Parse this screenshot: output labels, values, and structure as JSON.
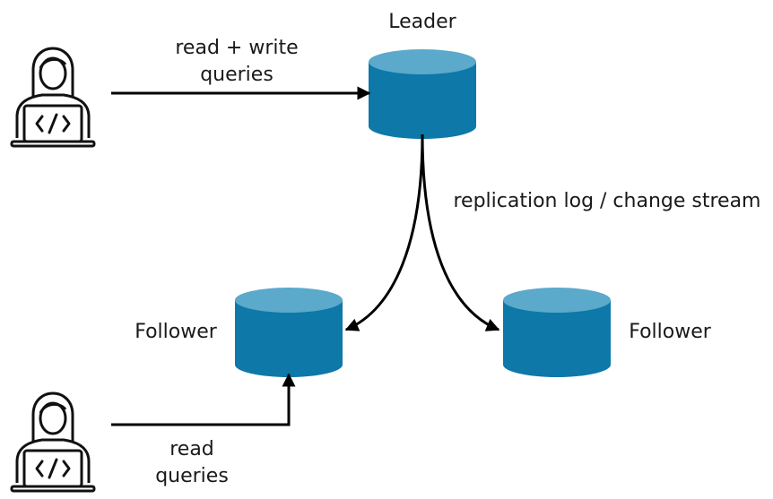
{
  "nodes": {
    "leader": {
      "label": "Leader"
    },
    "follower_left": {
      "label": "Follower"
    },
    "follower_right": {
      "label": "Follower"
    }
  },
  "users": {
    "top": {
      "icon": "developer-user-icon"
    },
    "bottom": {
      "icon": "developer-user-icon"
    }
  },
  "edges": {
    "write_queries": {
      "line1": "read + write",
      "line2": "queries"
    },
    "replication": {
      "label": "replication log / change stream"
    },
    "read_queries": {
      "line1": "read",
      "line2": "queries"
    }
  },
  "colors": {
    "db_body": "#0e78a8",
    "db_top": "#5ba9cb",
    "line": "#000000"
  }
}
